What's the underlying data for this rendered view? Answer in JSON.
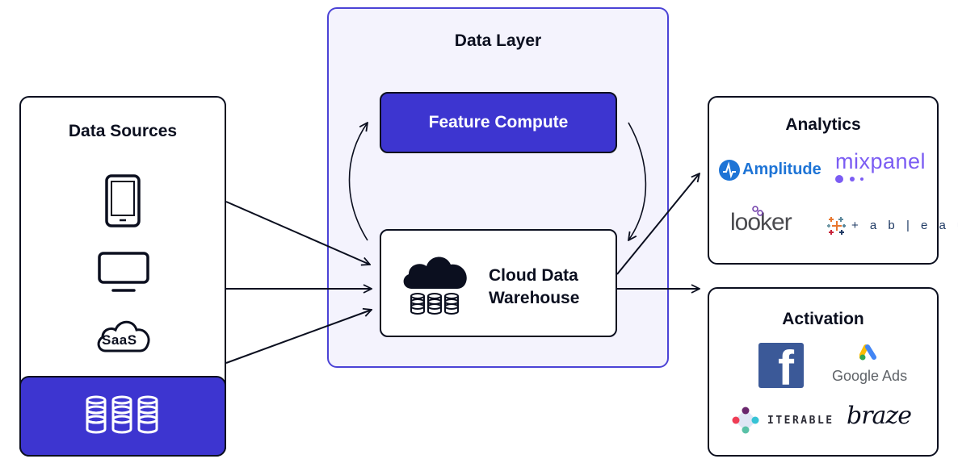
{
  "diagram": {
    "colors": {
      "primary": "#3d35d0",
      "outline": "#0b0f1f",
      "layer_bg": "#f4f3fd",
      "layer_border": "#4b43d6"
    },
    "sources": {
      "title": "Data Sources",
      "icons": [
        "mobile-phone-icon",
        "desktop-monitor-icon",
        "saas-cloud-icon"
      ],
      "saas_label": "SaaS",
      "footer_icon": "database-cluster-icon"
    },
    "data_layer": {
      "title": "Data Layer",
      "feature_compute": "Feature Compute",
      "warehouse_line1": "Cloud Data",
      "warehouse_line2": "Warehouse"
    },
    "analytics": {
      "title": "Analytics",
      "tools": [
        {
          "name": "Amplitude"
        },
        {
          "name": "mixpanel"
        },
        {
          "name": "looker"
        },
        {
          "name": "+ a b | e a u"
        }
      ]
    },
    "activation": {
      "title": "Activation",
      "tools": [
        {
          "name": "f"
        },
        {
          "name": "Google Ads"
        },
        {
          "name": "ITERABLE"
        },
        {
          "name": "braze"
        }
      ]
    },
    "edges": [
      {
        "from": "Data Sources",
        "to": "Cloud Data Warehouse"
      },
      {
        "from": "Data Sources",
        "to": "Cloud Data Warehouse"
      },
      {
        "from": "Data Sources",
        "to": "Cloud Data Warehouse"
      },
      {
        "from": "Cloud Data Warehouse",
        "to": "Feature Compute"
      },
      {
        "from": "Feature Compute",
        "to": "Cloud Data Warehouse"
      },
      {
        "from": "Cloud Data Warehouse",
        "to": "Analytics"
      },
      {
        "from": "Cloud Data Warehouse",
        "to": "Activation"
      }
    ]
  }
}
